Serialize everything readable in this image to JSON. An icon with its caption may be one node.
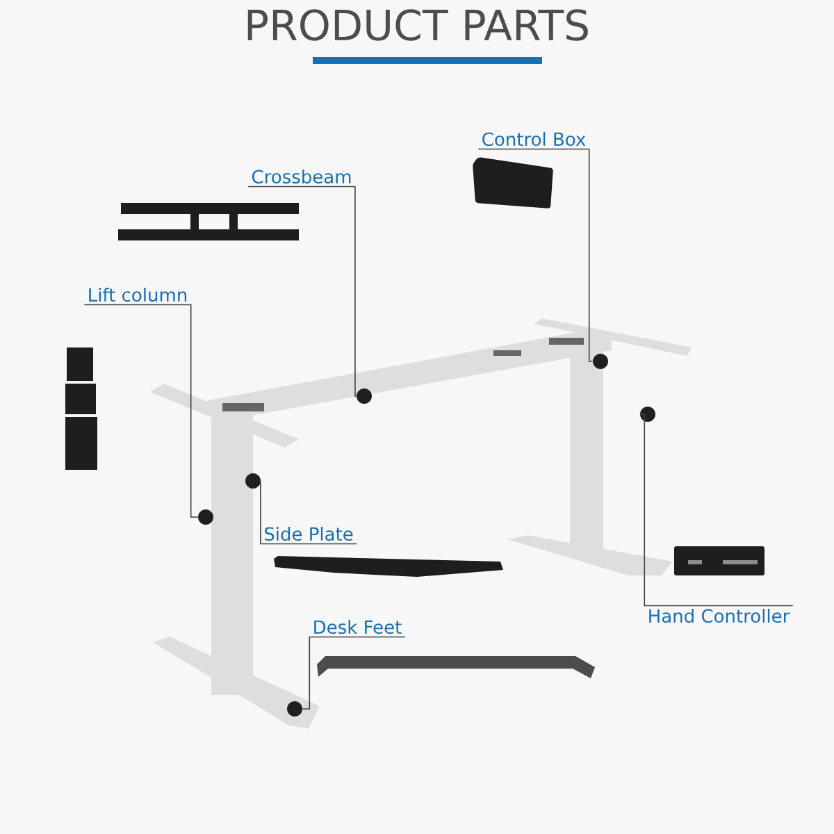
{
  "diagram": {
    "title": "PRODUCT PARTS",
    "nodes": [
      {
        "text": [
          "Crossbeam"
        ]
      },
      {
        "text": [
          "Control Box"
        ]
      },
      {
        "text": [
          "Lift column"
        ]
      },
      {
        "text": [
          "Side Plate"
        ]
      },
      {
        "text": [
          "Desk Feet"
        ]
      },
      {
        "text": [
          "Hand Controller"
        ]
      },
      {
        "text": [],
        "shape": "circle"
      },
      {
        "text": [],
        "shape": "circle"
      },
      {
        "text": [],
        "shape": "circle"
      },
      {
        "text": [],
        "shape": "circle"
      },
      {
        "text": [],
        "shape": "circle"
      },
      {
        "text": [],
        "shape": "circle"
      }
    ],
    "edges": [
      {
        "from": 0,
        "to": 7,
        "arrow": "none"
      },
      {
        "from": 1,
        "to": 6,
        "arrow": "none"
      },
      {
        "from": 2,
        "to": 10,
        "arrow": "none"
      },
      {
        "from": 3,
        "to": 9,
        "arrow": "none"
      },
      {
        "from": 4,
        "to": 11,
        "arrow": "none"
      },
      {
        "from": 5,
        "to": 8,
        "arrow": "none"
      }
    ]
  }
}
